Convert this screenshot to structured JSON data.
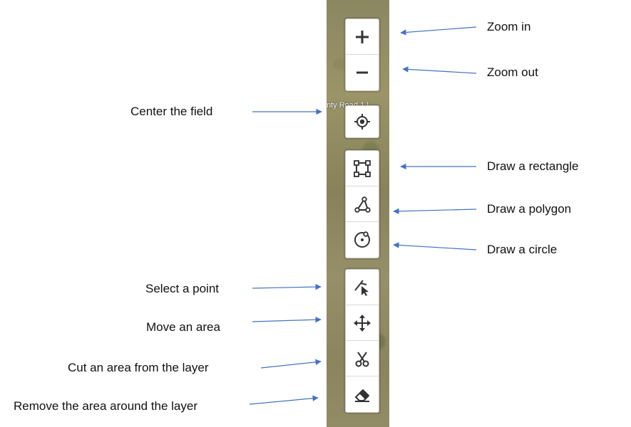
{
  "map": {
    "road_label": "nty Road 1 |"
  },
  "toolbar": {
    "zoom_group": [
      {
        "id": "zoom-in",
        "icon": "plus-icon"
      },
      {
        "id": "zoom-out",
        "icon": "minus-icon"
      }
    ],
    "center_group": [
      {
        "id": "center",
        "icon": "crosshair-icon"
      }
    ],
    "draw_group": [
      {
        "id": "rectangle",
        "icon": "rectangle-icon"
      },
      {
        "id": "polygon",
        "icon": "polygon-icon"
      },
      {
        "id": "circle",
        "icon": "circle-icon"
      }
    ],
    "edit_group": [
      {
        "id": "select",
        "icon": "select-point-icon"
      },
      {
        "id": "move",
        "icon": "move-icon"
      },
      {
        "id": "cut",
        "icon": "scissors-icon"
      },
      {
        "id": "remove",
        "icon": "eraser-icon"
      }
    ]
  },
  "annotations": {
    "zoom_in": "Zoom in",
    "zoom_out": "Zoom out",
    "center": "Center the field",
    "rectangle": "Draw a rectangle",
    "polygon": "Draw a polygon",
    "circle": "Draw a circle",
    "select": "Select a point",
    "move": "Move an area",
    "cut": "Cut an area from the layer",
    "remove": "Remove the area around the layer"
  },
  "colors": {
    "arrow": "#4472c4",
    "icon": "#333333",
    "label": "#111111"
  }
}
